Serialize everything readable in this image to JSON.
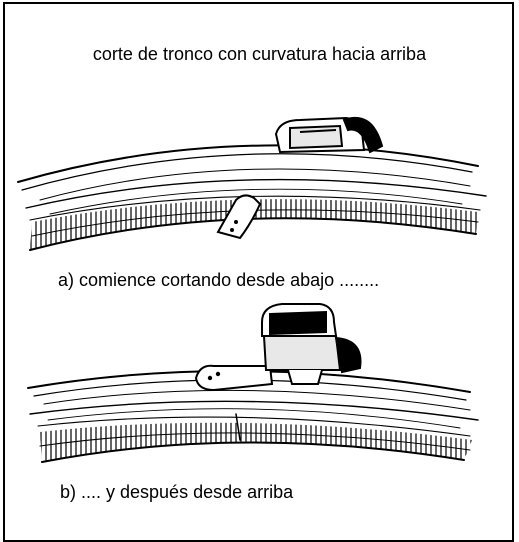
{
  "title": "corte de tronco con curvatura hacia arriba",
  "steps": [
    {
      "caption": "a)  comience cortando desde abajo ........"
    },
    {
      "caption": "b)   .... y después desde arriba"
    }
  ],
  "colors": {
    "ink": "#000000",
    "paper": "#ffffff",
    "saw_body": "#e8e8e8"
  },
  "icons": [
    "chainsaw-icon",
    "log-illustration",
    "saw-bar"
  ]
}
